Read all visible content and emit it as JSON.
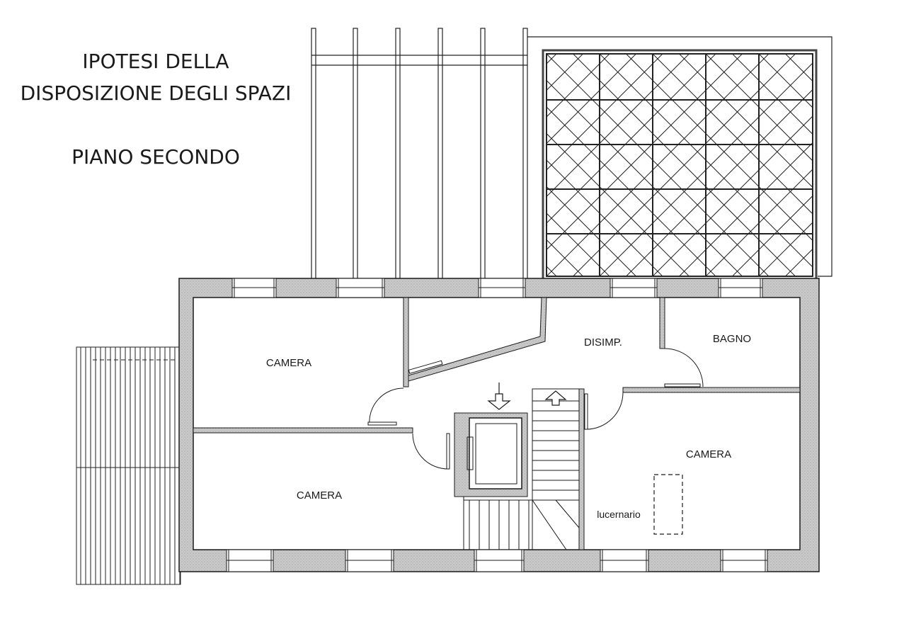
{
  "heading": {
    "line1": "IPOTESI DELLA",
    "line2": "DISPOSIZIONE DEGLI SPAZI",
    "line3": "PIANO SECONDO"
  },
  "rooms": {
    "camera_top_left": "CAMERA",
    "camera_bottom_left": "CAMERA",
    "camera_right": "CAMERA",
    "disimp": "DISIMP.",
    "bagno": "BAGNO",
    "lucernario": "lucernario"
  },
  "colors": {
    "wall_fill": "#c9c9c9",
    "line": "#1a1a1a",
    "background": "#ffffff"
  }
}
